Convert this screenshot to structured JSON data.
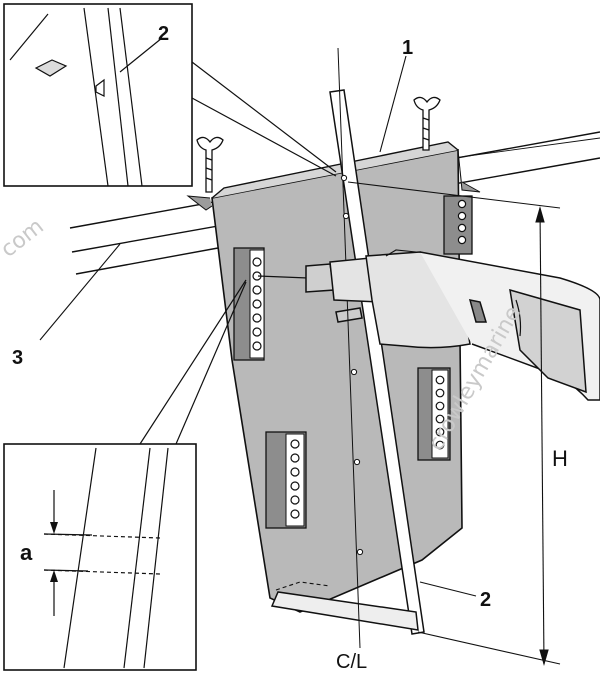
{
  "labels": {
    "part_1": "1",
    "part_2_inset": "2",
    "part_2_main": "2",
    "part_3": "3",
    "dim_a": "a",
    "dim_h": "H",
    "centerline": "C/L"
  },
  "watermark": {
    "left": "com",
    "right": "crowleymarine"
  },
  "colors": {
    "line": "#111111",
    "plate_fill": "#b9b9b9",
    "bracket_fill": "#8d8d8d",
    "drill_fill": "#e4e4e4",
    "watermark": "#c9c9c9"
  }
}
